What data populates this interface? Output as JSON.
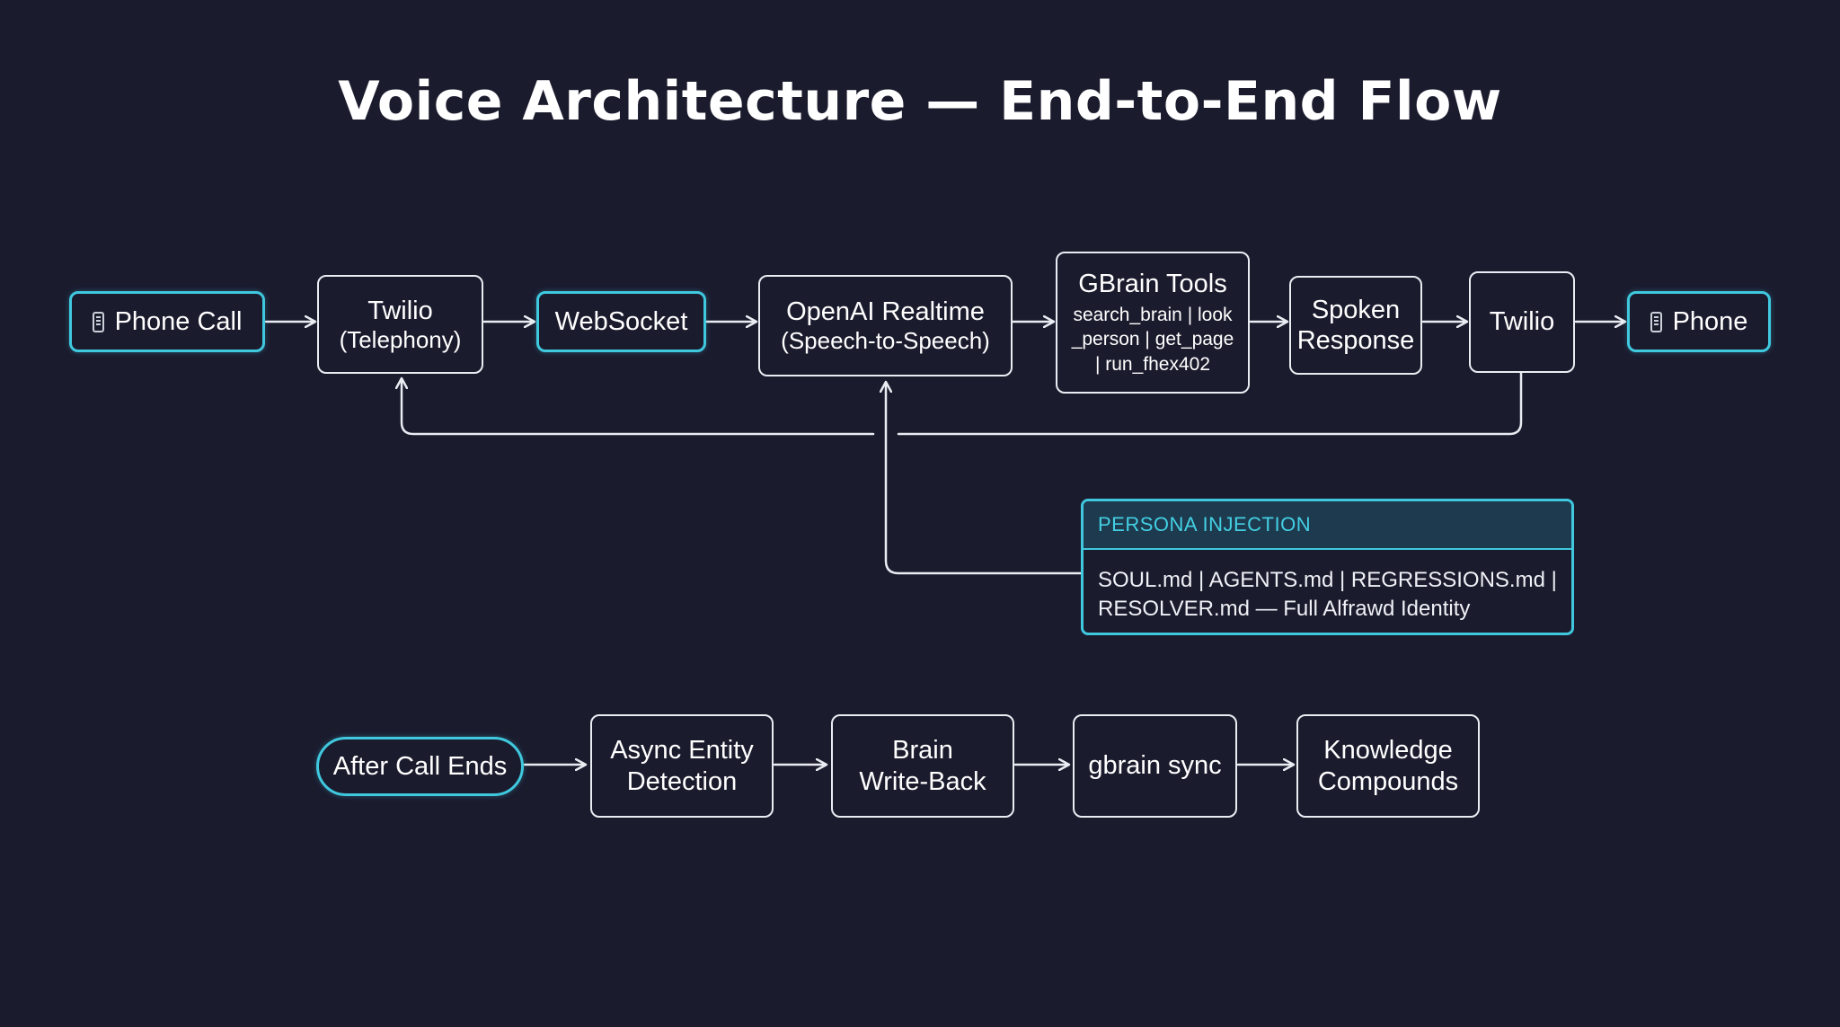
{
  "title": "Voice Architecture — End-to-End Flow",
  "icons": {
    "phone": "mobile-phone-icon"
  },
  "colors": {
    "background": "#1b1b2e",
    "accent": "#3fc8de",
    "line": "#e9edf2"
  },
  "flow": {
    "phone_call": "Phone Call",
    "twilio_in": {
      "line1": "Twilio",
      "line2": "(Telephony)"
    },
    "websocket": "WebSocket",
    "openai": {
      "line1": "OpenAI Realtime",
      "line2": "(Speech-to-Speech)"
    },
    "gbrain": {
      "title": "GBrain Tools",
      "tools": [
        "search_brain | look",
        "_person | get_page",
        "| run_fhex402"
      ]
    },
    "spoken": {
      "line1": "Spoken",
      "line2": "Response"
    },
    "twilio_out": "Twilio",
    "phone": "Phone"
  },
  "persona": {
    "header": "PERSONA INJECTION",
    "line1": "SOUL.md | AGENTS.md | REGRESSIONS.md |",
    "line2": "RESOLVER.md — Full Alfrawd Identity"
  },
  "post_call": {
    "start": "After Call Ends",
    "async": {
      "line1": "Async Entity",
      "line2": "Detection"
    },
    "brain": {
      "line1": "Brain",
      "line2": "Write-Back"
    },
    "sync": "gbrain sync",
    "knowledge": {
      "line1": "Knowledge",
      "line2": "Compounds"
    }
  }
}
